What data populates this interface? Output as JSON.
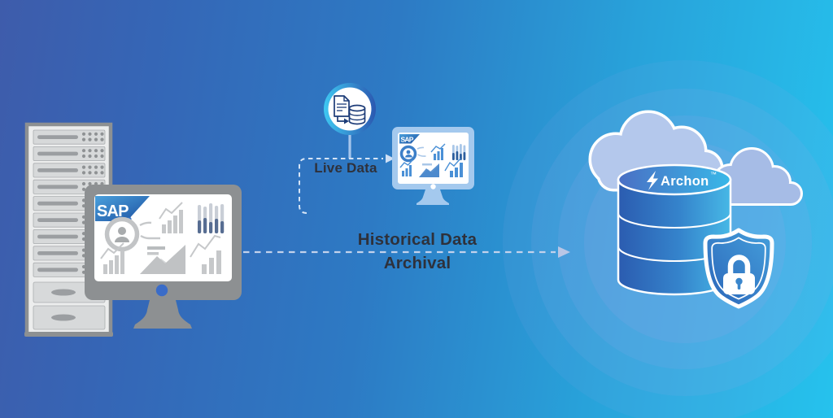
{
  "labels": {
    "live_data": "Live Data",
    "historical_archival": "Historical Data\nArchival"
  },
  "sap_logo": {
    "text": "SAP"
  },
  "archon_logo": {
    "text": "Archon",
    "trademark": "™"
  },
  "icons": {
    "source_badge": "document-to-database-transfer-icon",
    "server": "server-rack-icon",
    "workstation": "sap-dashboard-monitor-icon",
    "target_monitor": "sap-dashboard-monitor-icon-small",
    "cloud_large": "cloud-icon",
    "cloud_small": "cloud-icon",
    "database": "database-cylinder-icon",
    "bolt": "lightning-bolt-icon",
    "shield": "shield-lock-icon",
    "arrows": "dashed-flow-arrow"
  },
  "colors": {
    "bg_left": "#3e5cab",
    "bg_right": "#26c2ed",
    "text_dark": "#2e313b",
    "sap_blue_light": "#4aa0dc",
    "sap_blue_dark": "#1c50a0",
    "cylinder_left": "#2b5cb0",
    "cylinder_right": "#47b8e6",
    "shield_blue": "#2b64b8",
    "cloud_fill": "#b4c8ec",
    "dash_light": "#d5e4f6",
    "dash_periwinkle": "#c3d2ec",
    "monitor_gray": "#8d9092",
    "small_monitor_blue": "#a4c9ee",
    "ring_tint": "rgba(148,168,232,0.15)"
  }
}
